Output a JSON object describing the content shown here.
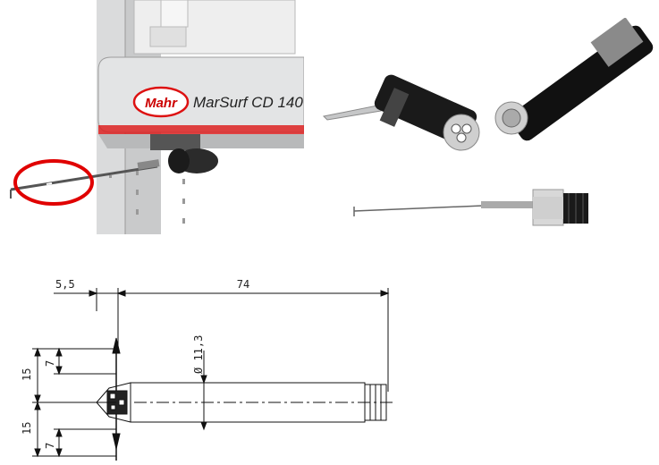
{
  "instrument": {
    "brand": "Mahr",
    "model": "MarSurf CD 140"
  },
  "dimensions": {
    "offset": "5,5",
    "length": "74",
    "diameter": "Ø 11,3",
    "upper_span": "15",
    "upper_tip": "7",
    "lower_span": "15",
    "lower_tip": "7"
  },
  "colors": {
    "highlight": "#e00000",
    "machine_body": "#d9dadb",
    "probe_dark": "#1a1a1a"
  }
}
